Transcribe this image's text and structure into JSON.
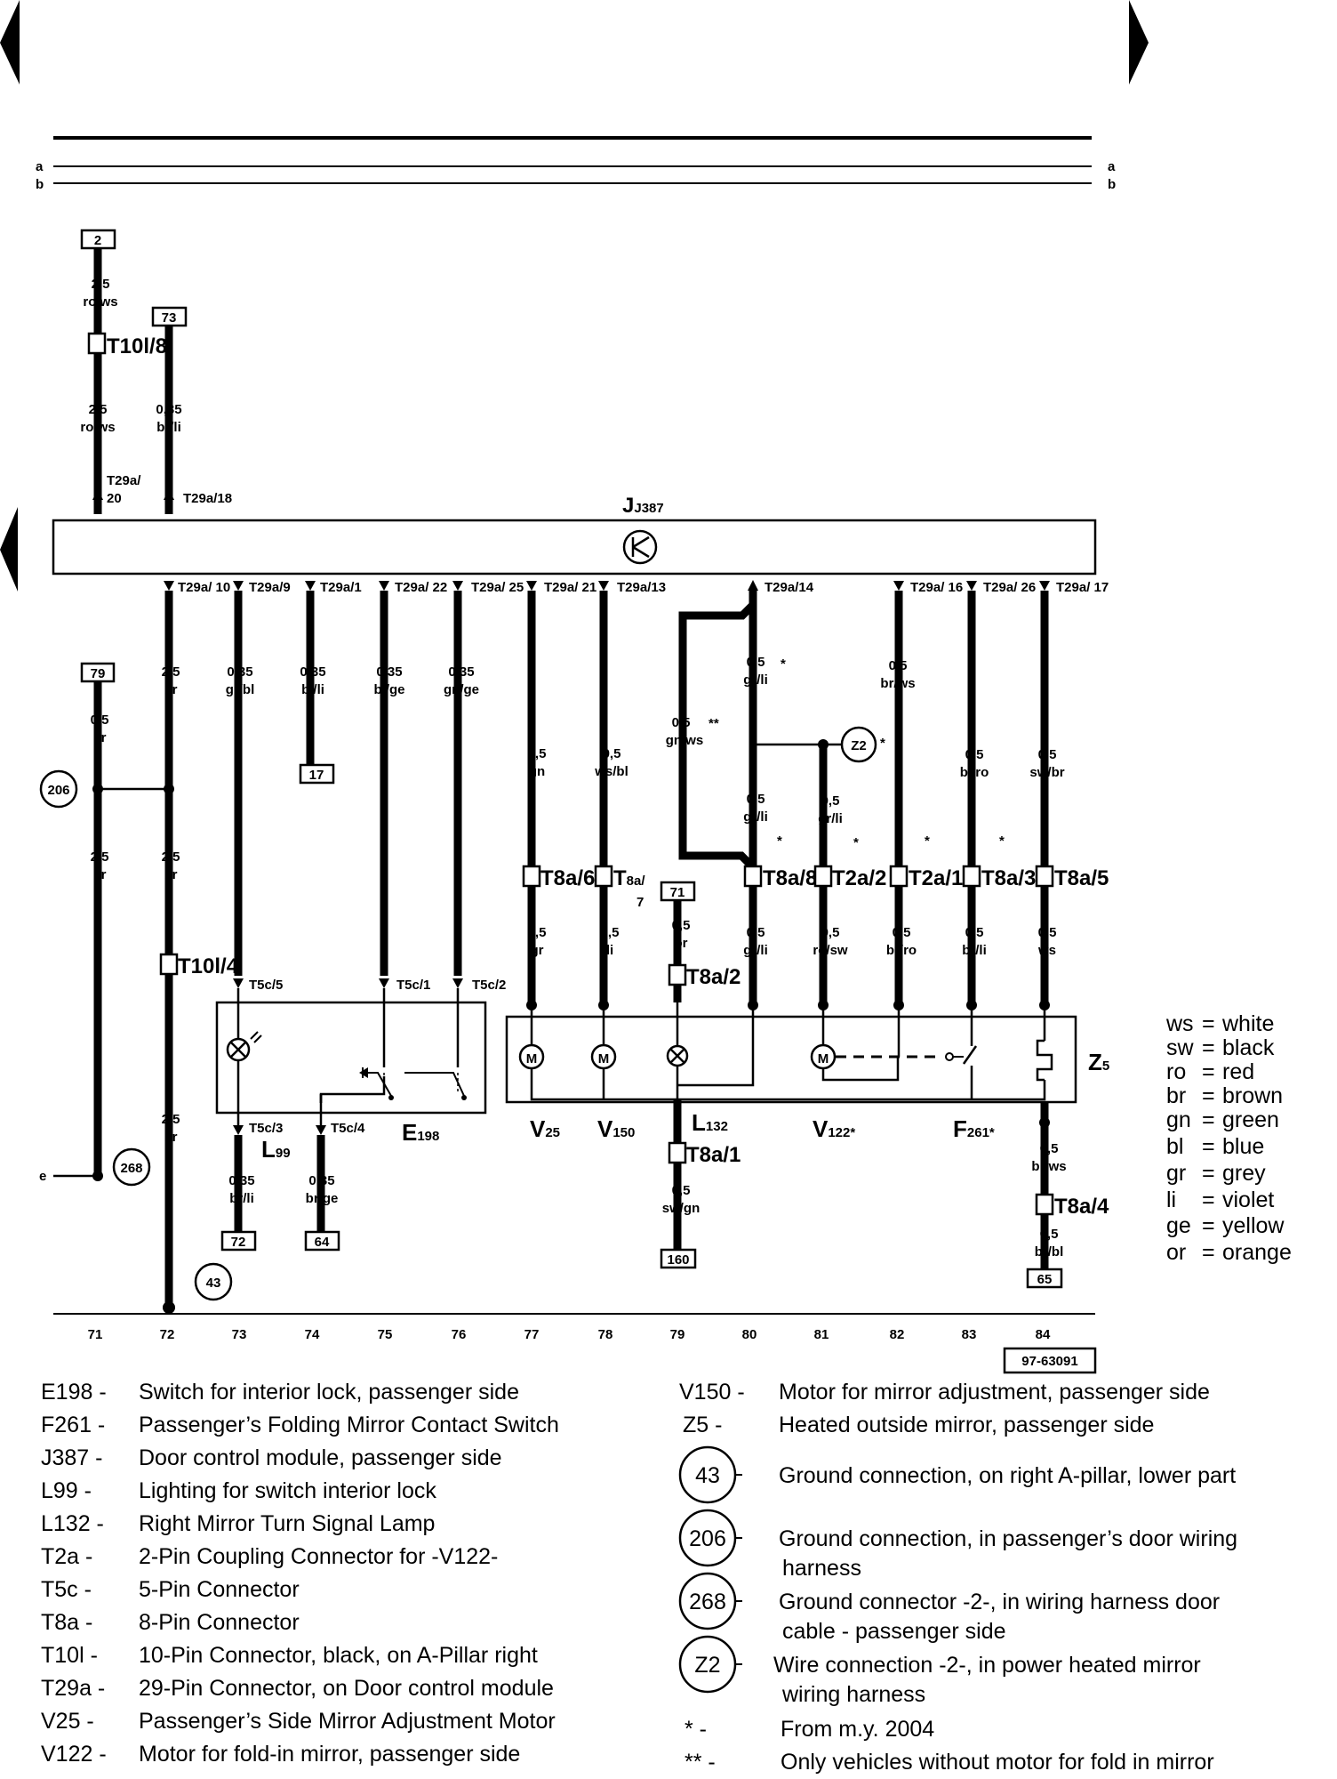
{
  "page_labels": {
    "left_a": "a",
    "left_b": "b",
    "right_a": "a",
    "right_b": "b",
    "left_e": "e",
    "ref": "97-63091"
  },
  "module": {
    "id": "J387"
  },
  "top_wires": [
    {
      "box": "2",
      "conn_top": "T10l/8",
      "size_a": "2,5",
      "color_a": "ro/ws",
      "size_b": "2,5",
      "color_b": "ro/ws",
      "pin": "T29a/ 20"
    },
    {
      "box": "73",
      "size": "0,35",
      "color": "br/li",
      "pin": "T29a/18"
    }
  ],
  "pins": [
    "T29a/ 10",
    "T29a/9",
    "T29a/1",
    "T29a/ 22",
    "T29a/ 25",
    "T29a/ 21",
    "T29a/13",
    "T29a/14",
    "T29a/ 16",
    "T29a/ 26",
    "T29a/ 17"
  ],
  "wires": {
    "c71": {
      "box": "79",
      "s1": "0,5",
      "c1": "br",
      "s2": "2,5",
      "c2": "br"
    },
    "c72": {
      "s1": "2,5",
      "c1": "br",
      "s2": "2,5",
      "c2": "br",
      "conn": "T10l/4",
      "s3": "2,5",
      "c3": "br"
    },
    "c73": {
      "s1": "0,35",
      "c1": "gr/bl",
      "conn_in": "T5c/5",
      "conn_out": "T5c/3",
      "s2": "0,35",
      "c2": "br/li",
      "box": "72"
    },
    "c74": {
      "s1": "0,35",
      "c1": "bl/li",
      "box": "17",
      "conn_out": "T5c/4",
      "s2": "0,35",
      "c2": "br/ge",
      "box2": "64"
    },
    "c75": {
      "s1": "0,35",
      "c1": "bl/ge",
      "conn_in": "T5c/1"
    },
    "c76": {
      "s1": "0,35",
      "c1": "gn/ge",
      "conn_in": "T5c/2"
    },
    "c77": {
      "s1": "0,5",
      "c1": "gn",
      "conn": "T8a/6",
      "s2": "0,5",
      "c2": "gr"
    },
    "c78": {
      "s1": "0,5",
      "c1": "ws/bl",
      "conn": "T8a/ 7",
      "s2": "0,5",
      "c2": "li"
    },
    "c79": {
      "box": "71",
      "s1": "0,5",
      "c1": "br",
      "conn": "T8a/2",
      "conn2": "T8a/1",
      "s2": "0,5",
      "c2": "sw/gn",
      "box2": "160"
    },
    "c80": {
      "s1": "0,5",
      "c1": "gr/li",
      "star1": "*",
      "alt_s": "0,5",
      "alt_c": "gn/ws",
      "alt_star": "**",
      "s2": "0,5",
      "c2": "gr/li",
      "star2": "*",
      "conn": "T8a/8",
      "s3": "0,5",
      "c3": "gr/li"
    },
    "c81": {
      "splice": "Z2",
      "star0": "*",
      "s1": "0,5",
      "c1": "gr/li",
      "star1": "*",
      "conn": "T2a/2",
      "s2": "0,5",
      "c2": "ro/sw"
    },
    "c82": {
      "s1": "0,5",
      "c1": "br/ws",
      "star1": "*",
      "conn": "T2a/1",
      "s2": "0,5",
      "c2": "br/ro"
    },
    "c83": {
      "s1": "0,5",
      "c1": "bl/ro",
      "star1": "*",
      "conn": "T8a/3",
      "s2": "0,5",
      "c2": "br/li"
    },
    "c84": {
      "s1": "0,5",
      "c1": "sw/br",
      "conn": "T8a/5",
      "s2": "0,5",
      "c2": "ws",
      "s3": "0,5",
      "c3": "br/ws",
      "conn2": "T8a/4",
      "s4": "0,5",
      "c4": "br/bl",
      "box": "65"
    }
  },
  "grounds": {
    "g206": "206",
    "g268": "268",
    "g43": "43"
  },
  "components": {
    "L99": {
      "main": "L",
      "sub": "99"
    },
    "E198": {
      "main": "E",
      "sub": "198"
    },
    "V25": {
      "main": "V",
      "sub": "25"
    },
    "V150": {
      "main": "V",
      "sub": "150"
    },
    "L132": {
      "main": "L",
      "sub": "132"
    },
    "V122": {
      "main": "V",
      "sub": "122",
      "star": "*"
    },
    "F261": {
      "main": "F",
      "sub": "261",
      "star": "*"
    },
    "Z5": {
      "main": "Z",
      "sub": "5"
    },
    "motor": "M"
  },
  "columns": [
    "71",
    "72",
    "73",
    "74",
    "75",
    "76",
    "77",
    "78",
    "79",
    "80",
    "81",
    "82",
    "83",
    "84"
  ],
  "color_legend": [
    {
      "code": "ws",
      "eq": "=",
      "name": "white"
    },
    {
      "code": "sw",
      "eq": "=",
      "name": "black"
    },
    {
      "code": "ro",
      "eq": "=",
      "name": "red"
    },
    {
      "code": "br",
      "eq": "=",
      "name": "brown"
    },
    {
      "code": "gn",
      "eq": "=",
      "name": "green"
    },
    {
      "code": "bl",
      "eq": "=",
      "name": "blue"
    },
    {
      "code": "gr",
      "eq": "=",
      "name": "grey"
    },
    {
      "code": "li",
      "eq": "=",
      "name": "violet"
    },
    {
      "code": "ge",
      "eq": "=",
      "name": "yellow"
    },
    {
      "code": "or",
      "eq": "=",
      "name": "orange"
    }
  ],
  "legend_left": [
    {
      "code": "E198 -",
      "desc": "Switch for interior lock, passenger side"
    },
    {
      "code": "F261 -",
      "desc": "Passenger’s Folding Mirror Contact Switch"
    },
    {
      "code": "J387 -",
      "desc": "Door control module, passenger side"
    },
    {
      "code": "L99   -",
      "desc": "Lighting for switch interior lock"
    },
    {
      "code": "L132 -",
      "desc": "Right Mirror Turn Signal Lamp"
    },
    {
      "code": "T2a   -",
      "desc": "2-Pin Coupling Connector for -V122-"
    },
    {
      "code": "T5c   -",
      "desc": "5-Pin Connector"
    },
    {
      "code": "T8a   -",
      "desc": "8-Pin Connector"
    },
    {
      "code": "T10l  -",
      "desc": "10-Pin Connector, black, on A-Pillar right"
    },
    {
      "code": "T29a -",
      "desc": "29-Pin Connector, on Door control module"
    },
    {
      "code": "V25   -",
      "desc": "Passenger’s Side Mirror Adjustment Motor"
    },
    {
      "code": "V122 -",
      "desc": "Motor for fold-in mirror, passenger side"
    }
  ],
  "legend_right": [
    {
      "code": "V150 -",
      "desc1": "Motor for mirror adjustment, passenger side",
      "desc2": ""
    },
    {
      "code": "Z5    -",
      "desc1": "Heated outside mirror, passenger side",
      "desc2": ""
    },
    {
      "code": "43",
      "desc1": "Ground connection, on right A-pillar, lower part",
      "desc2": ""
    },
    {
      "code": "206",
      "desc1": "Ground connection, in passenger’s door wiring",
      "desc2": "harness"
    },
    {
      "code": "268",
      "desc1": "Ground connector -2-, in wiring harness door",
      "desc2": "cable - passenger side"
    },
    {
      "code": "Z2",
      "desc1": "Wire connection -2-, in power heated mirror",
      "desc2": "wiring harness"
    },
    {
      "code": "*     -",
      "desc1": "From m.y. 2004",
      "desc2": ""
    },
    {
      "code": "**    -",
      "desc1": "Only vehicles without motor for fold in mirror",
      "desc2": ""
    }
  ]
}
